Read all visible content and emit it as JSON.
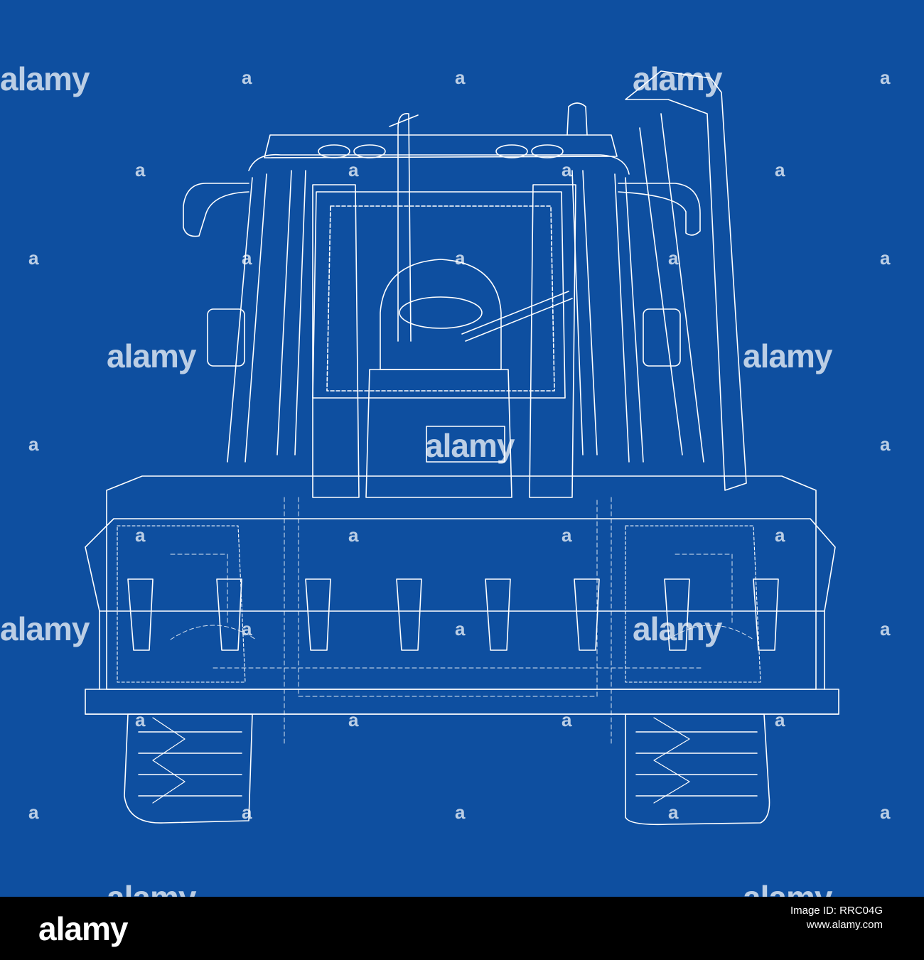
{
  "image": {
    "background_color": "#0e4fa0",
    "line_color": "#ffffff"
  },
  "watermark": {
    "text": "alamy",
    "mark": "a"
  },
  "footer": {
    "logo": "alamy",
    "image_id_label": "Image ID: RRC04G",
    "site": "www.alamy.com"
  }
}
